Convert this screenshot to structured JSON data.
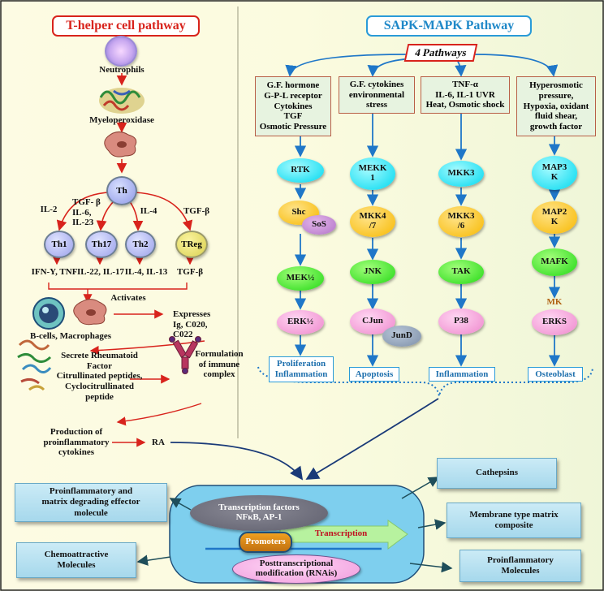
{
  "th_panel": {
    "title": "T-helper cell pathway",
    "neutrophils": "Neutrophils",
    "myeloperoxidase": "Myeloperoxidase",
    "th": "Th",
    "cytokines": [
      "IL-2",
      "TGF- β\nIL-6,\nIL-23",
      "IL-4",
      "TGF-β"
    ],
    "cells": [
      "Th1",
      "Th17",
      "Th2",
      "TReg"
    ],
    "outputs": [
      "IFN-Y, TNF",
      "IL-22, IL-17",
      "IL-4, IL-13",
      "TGF-β"
    ],
    "activates": "Activates",
    "bcells": "B-cells, Macrophages",
    "expresses": "Expresses\nIg, C020,\nC022",
    "secrete": "Secrete Rheumatoid\nFactor\nCitrullinated peptides,\nCyclocitrullinated\npeptide",
    "formulation": "Formulation\nof immune\ncomplex",
    "production": "Production of\nproinflammatory\ncytokines",
    "ra": "RA"
  },
  "sapk_panel": {
    "title": "SAPK-MAPK Pathway",
    "pathways_label": "4 Pathways",
    "columns": [
      {
        "stimulus": "G.F. hormone\nG-P-L receptor\nCytokines\nTGF\nOsmotic Pressure",
        "nodes": [
          "RTK",
          "Shc",
          "MEK½",
          "ERK½"
        ],
        "aux": "SoS",
        "outcome": "Proliferation\nInflammation"
      },
      {
        "stimulus": "G.F. cytokines\nenvironmental\nstress",
        "nodes": [
          "MEKK\n1",
          "MKK4\n/7",
          "JNK",
          "CJun"
        ],
        "aux": "JunD",
        "outcome": "Apoptosis"
      },
      {
        "stimulus": "TNF-α\nIL-6, IL-1 UVR\nHeat, Osmotic shock",
        "nodes": [
          "MKK3",
          "MKK3\n/6",
          "TAK",
          "P38"
        ],
        "outcome": "Inflammation"
      },
      {
        "stimulus": "Hyperosmotic\npressure,\nHypoxia, oxidant\nfluid shear,\ngrowth factor",
        "nodes": [
          "MAP3\nK",
          "MAP2\nK",
          "MAFK",
          "ERKS"
        ],
        "mk": "MK",
        "outcome": "Osteoblast"
      }
    ]
  },
  "bottom": {
    "tf": "Transcription factors\nNFκB, AP-1",
    "promoters": "Promoters",
    "transcription": "Transcription",
    "posttrans": "Posttranscriptional\nmodification (RNAis)",
    "left_boxes": [
      "Proinflammatory and\nmatrix degrading effector\nmolecule",
      "Chemoattractive\nMolecules"
    ],
    "right_boxes": [
      "Cathepsins",
      "Membrane type matrix\ncomposite",
      "Proinflammatory\nMolecules"
    ]
  },
  "colors": {
    "red_arrow": "#d8231c",
    "blue_arrow": "#1f77c8",
    "cyan": "#00d8ef",
    "yellow": "#f7b800",
    "green": "#22d814",
    "pink": "#ee86cc"
  }
}
